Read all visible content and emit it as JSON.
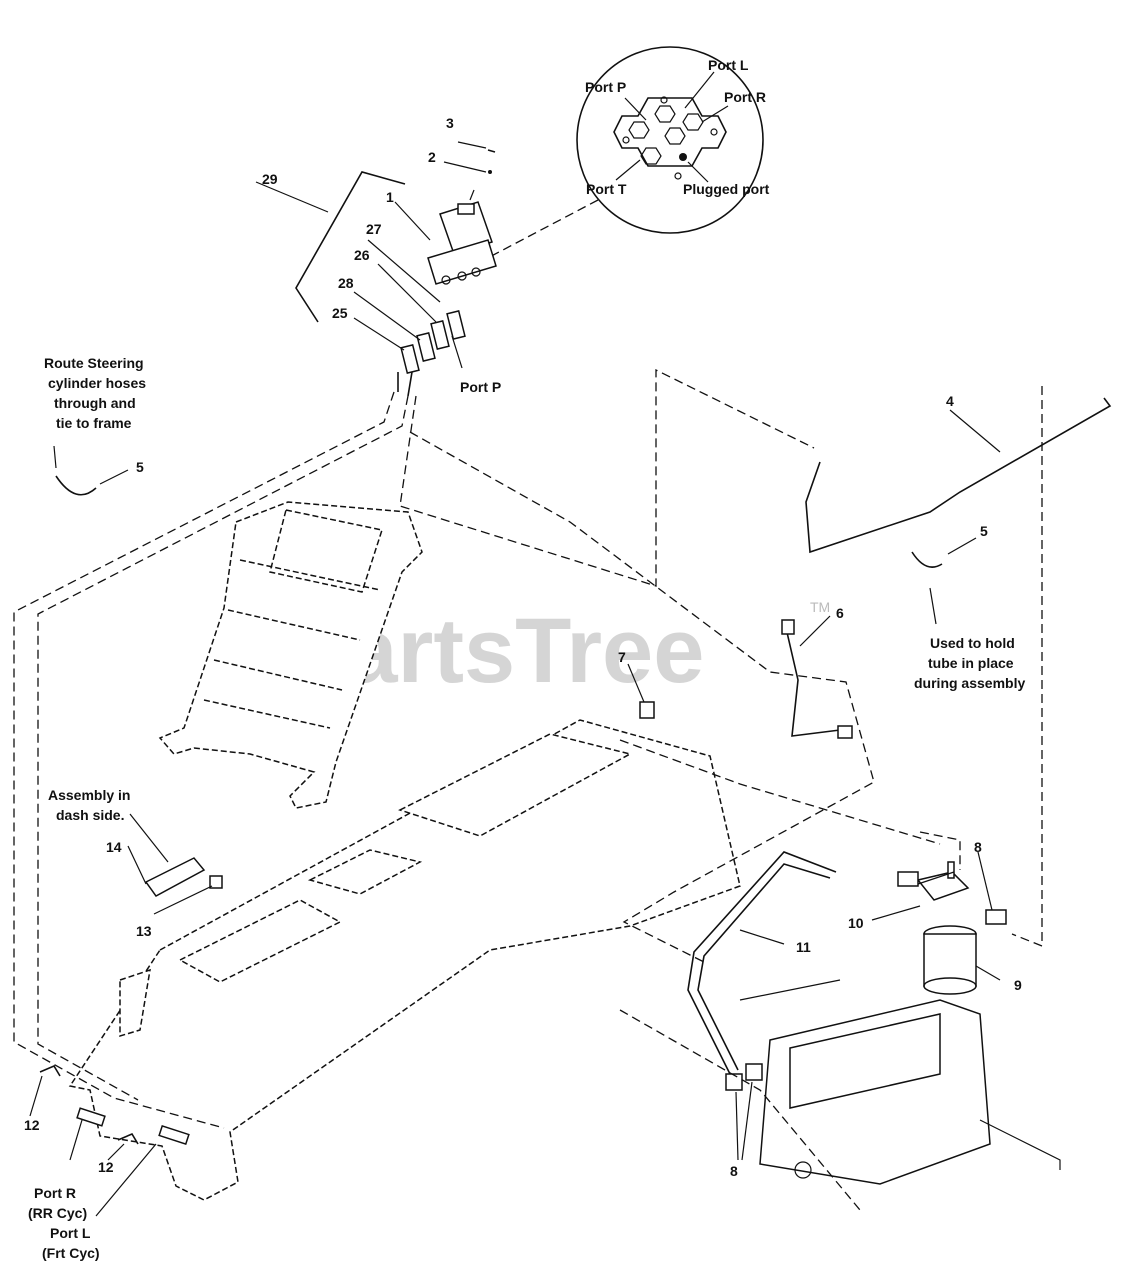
{
  "watermark": {
    "text": "PartsTree",
    "trademark": "TM"
  },
  "port_diagram": {
    "ports": {
      "p": "Port P",
      "l": "Port L",
      "r": "Port R",
      "t": "Port T",
      "plugged": "Plugged port"
    }
  },
  "notes": {
    "route_steering": [
      "Route Steering",
      "cylinder hoses",
      "through and",
      "tie to frame"
    ],
    "used_to_hold": [
      "Used to hold",
      "tube in place",
      "during assembly"
    ],
    "assembly_in_dash": [
      "Assembly in",
      "dash side."
    ],
    "port_p": "Port P",
    "port_r": [
      "Port R",
      "(RR Cyc)"
    ],
    "port_l": [
      "Port L",
      "(Frt Cyc)"
    ]
  },
  "callouts": {
    "c1": "1",
    "c2": "2",
    "c3": "3",
    "c4": "4",
    "c5a": "5",
    "c5b": "5",
    "c6": "6",
    "c7": "7",
    "c8a": "8",
    "c8b": "8",
    "c9": "9",
    "c10": "10",
    "c11": "11",
    "c12a": "12",
    "c12b": "12",
    "c13": "13",
    "c14": "14",
    "c25": "25",
    "c26": "26",
    "c27": "27",
    "c28": "28",
    "c29": "29"
  }
}
